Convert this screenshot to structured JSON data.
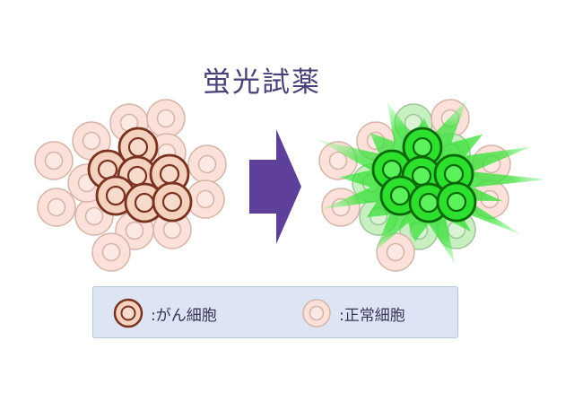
{
  "title": "蛍光試薬",
  "legend": {
    "cancer_label": ":がん細胞",
    "normal_label": ":正常細胞"
  },
  "colors": {
    "normal_fill": "#fbe1d9",
    "normal_stroke": "#d6b4a6",
    "cancer_fill": "#f5d2bf",
    "cancer_stroke": "#7a3320",
    "cancer_stroke_inner": "#b9714f",
    "glow_green": "#2ee02e",
    "glow_stroke": "#0a6a0a",
    "arrow": "#5e3f99",
    "legend_bg": "#dde5f4"
  },
  "icons": [
    "cancer-cell-icon",
    "normal-cell-icon",
    "arrow-right-icon",
    "fluorescence-burst-icon"
  ]
}
